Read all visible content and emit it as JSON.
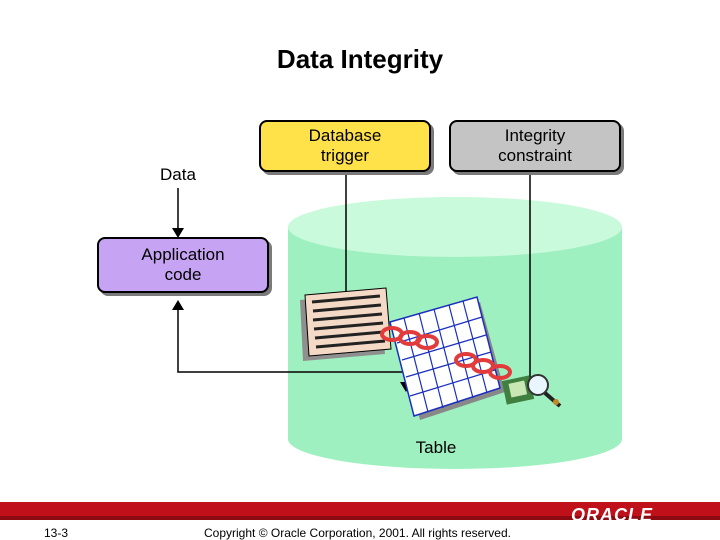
{
  "title": "Data Integrity",
  "nodes": {
    "data_label": "Data",
    "database_trigger": "Database trigger",
    "integrity_constraint": "Integrity constraint",
    "application_code": "Application code",
    "table_label": "Table"
  },
  "footer": {
    "slide_number": "13-3",
    "copyright": "Copyright © Oracle Corporation, 2001. All rights reserved.",
    "logo_text": "ORACLE"
  },
  "colors": {
    "cylinder": "#9ff0c0",
    "cylinder_top": "#c8fadb",
    "trigger_box": "#ffe14a",
    "constraint_box": "#c4c4c4",
    "application_box": "#c7a4f3",
    "footer_accent": "#c0101a",
    "grid_line": "#1a2fbf",
    "chain": "#e23b3b"
  }
}
